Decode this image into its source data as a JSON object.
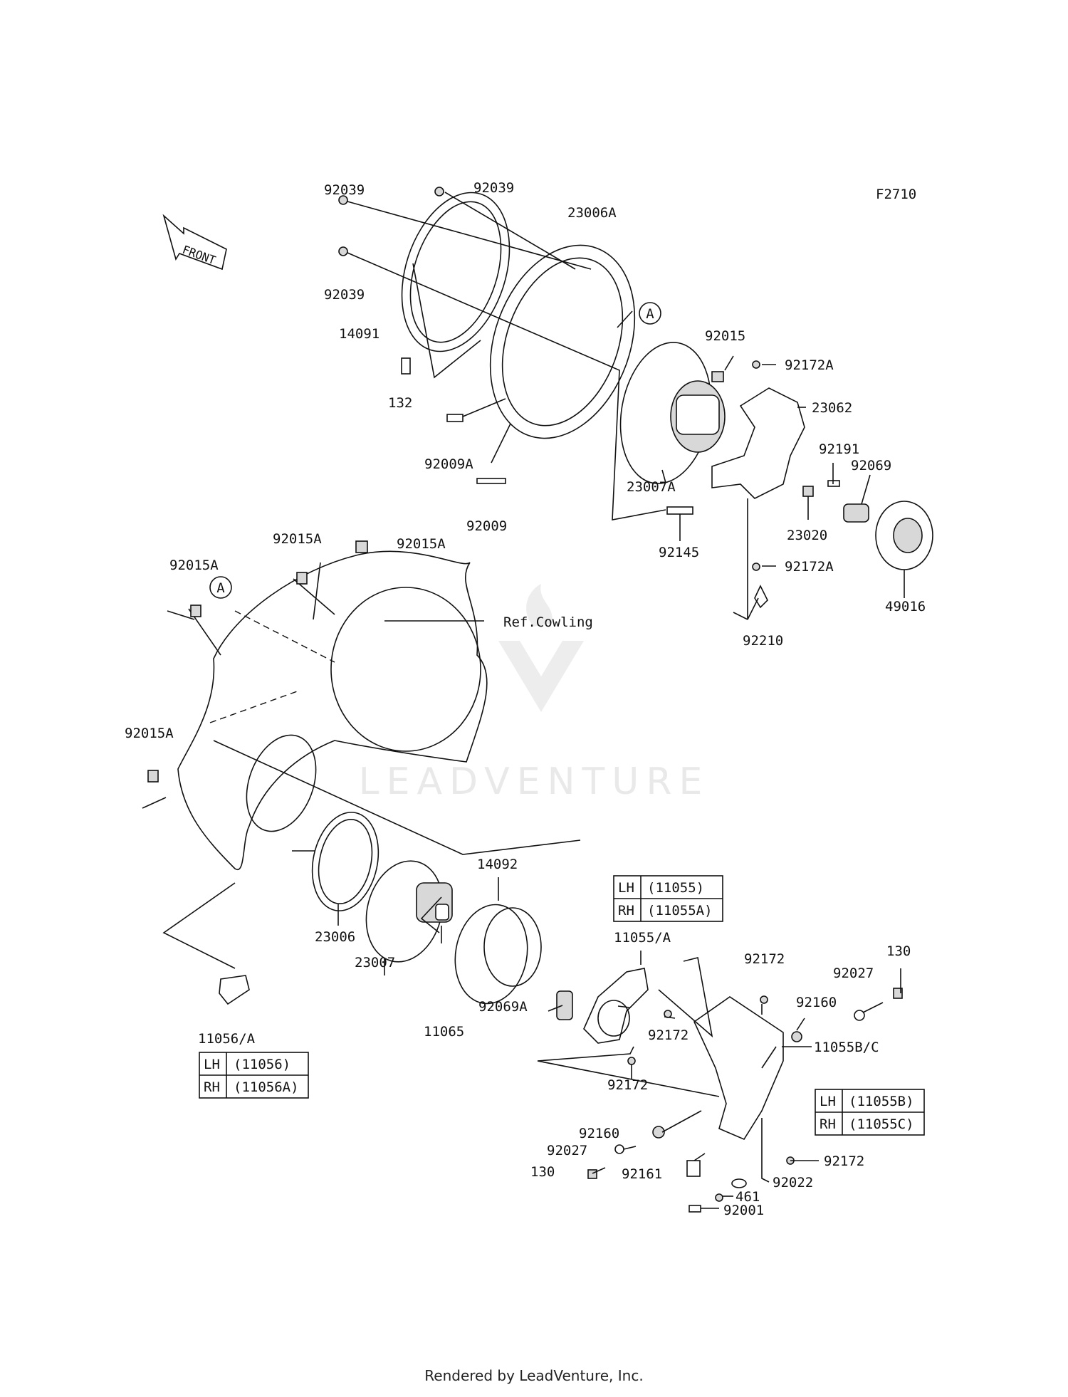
{
  "diagram_code": "F2710",
  "front_label": "FRONT",
  "reference_label": "Ref.Cowling",
  "watermark": "LEADVENTURE",
  "footer": "Rendered by LeadVenture, Inc.",
  "callout": "A",
  "parts": {
    "p92039_a": "92039",
    "p92039_b": "92039",
    "p92039_c": "92039",
    "p14091": "14091",
    "p132": "132",
    "p92009A": "92009A",
    "p92009": "92009",
    "p23006A": "23006A",
    "p23007A": "23007A",
    "p92145": "92145",
    "p92015": "92015",
    "p92172A_a": "92172A",
    "p23062": "23062",
    "p92191": "92191",
    "p92069": "92069",
    "p23020": "23020",
    "p92172A_b": "92172A",
    "p49016": "49016",
    "p92210": "92210",
    "p92015A_a": "92015A",
    "p92015A_b": "92015A",
    "p92015A_c": "92015A",
    "p92015A_d": "92015A",
    "p23006": "23006",
    "p23007": "23007",
    "p14092": "14092",
    "p11065": "11065",
    "p92069A": "92069A",
    "p11055A": "11055/A",
    "p92172_a": "92172",
    "p92172_b": "92172",
    "p92172_c": "92172",
    "p92172_d": "92172",
    "p92160_a": "92160",
    "p92160_b": "92160",
    "p92027_a": "92027",
    "p92027_b": "92027",
    "p130_a": "130",
    "p130_b": "130",
    "p11055BC": "11055B/C",
    "p92161": "92161",
    "p92022": "92022",
    "p461": "461",
    "p92001": "92001",
    "p11056A": "11056/A"
  },
  "tables": {
    "t11055": {
      "lh": "LH",
      "lh_val": "(11055)",
      "rh": "RH",
      "rh_val": "(11055A)"
    },
    "t11056": {
      "lh": "LH",
      "lh_val": "(11056)",
      "rh": "RH",
      "rh_val": "(11056A)"
    },
    "t11055bc": {
      "lh": "LH",
      "lh_val": "(11055B)",
      "rh": "RH",
      "rh_val": "(11055C)"
    }
  }
}
